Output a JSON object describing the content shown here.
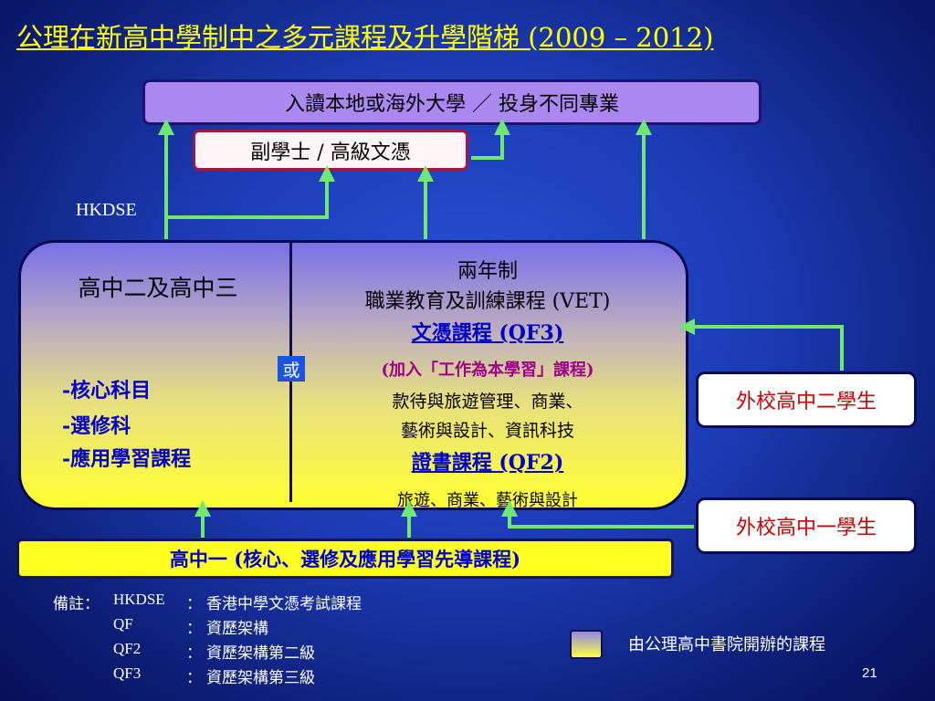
{
  "title": "公理在新高中學制中之多元課程及升學階梯 (2009 – 2012)",
  "boxes": {
    "university": "入讀本地或海外大學 ／ 投身不同專業",
    "associate": "副學士 / 高級文憑",
    "hkdse": "HKDSE",
    "s5s6": "高中二及高中三",
    "subjects": [
      "-核心科目",
      "-選修科",
      "-應用學習課程"
    ],
    "or": "或",
    "vet_line1": "兩年制",
    "vet_line2": "職業教育及訓練課程 (VET)",
    "qf3_title": "文憑課程 (QF3)",
    "wbl": "(加入「工作為本學習」課程)",
    "qf3_line1": "款待與旅遊管理、商業、",
    "qf3_line2": "藝術與設計、資訊科技",
    "qf2_title": "證書課程 (QF2)",
    "qf2_line1": "旅遊、商業、藝術與設計",
    "s4": "高中一 (核心、選修及應用學習先導課程)",
    "ext_s5": "外校高中二學生",
    "ext_s4": "外校高中一學生"
  },
  "notes": {
    "prefix": "備註：",
    "items": [
      {
        "term": "HKDSE",
        "sep": "：",
        "desc": "香港中學文憑考試課程"
      },
      {
        "term": "QF",
        "sep": "：",
        "desc": "資歷架構"
      },
      {
        "term": "QF2",
        "sep": "：",
        "desc": "資歷架構第二級"
      },
      {
        "term": "QF3",
        "sep": "：",
        "desc": "資歷架構第三級"
      }
    ]
  },
  "legend": "由公理高中書院開辦的課程",
  "page_number": "21",
  "colors": {
    "arrow": "#70e870",
    "title": "#ffff00",
    "highlight": "#0000cc"
  }
}
